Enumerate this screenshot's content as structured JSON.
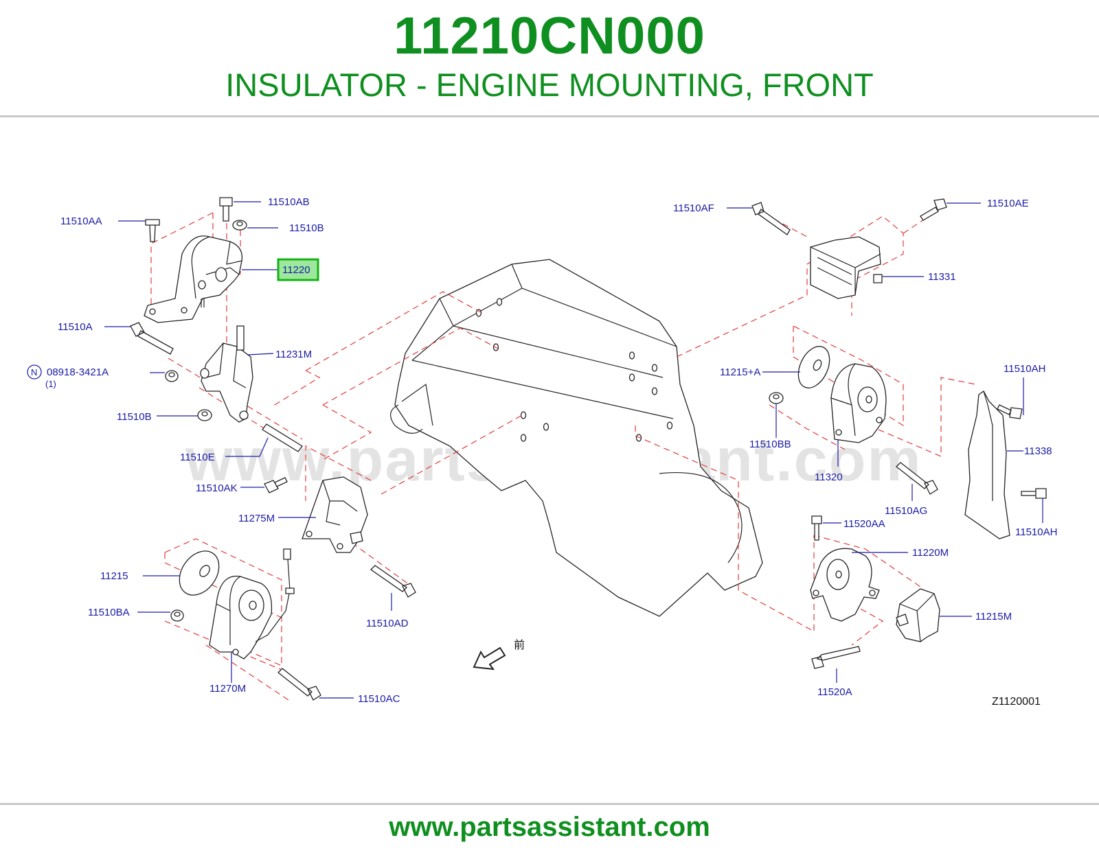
{
  "header": {
    "part_number": "11210CN000",
    "part_name": "INSULATOR - ENGINE MOUNTING, FRONT"
  },
  "diagram": {
    "watermark": "www.partsassistant.com",
    "front_symbol": "前",
    "reference_code": "Z1120001",
    "highlighted_label": "11220",
    "callouts": {
      "c11510AA": "11510AA",
      "c11510AB": "11510AB",
      "c11510B_top": "11510B",
      "c11220": "11220",
      "c11510A": "11510A",
      "c11231M": "11231M",
      "c08918": "08918-3421A",
      "c08918_qty": "(1)",
      "c08918_marker": "N",
      "c11510B_low": "11510B",
      "c11510E": "11510E",
      "c11510AK": "11510AK",
      "c11275M": "11275M",
      "c11215": "11215",
      "c11510BA": "11510BA",
      "c11510AD": "11510AD",
      "c11270M": "11270M",
      "c11510AC": "11510AC",
      "c11510AF": "11510AF",
      "c11510AE": "11510AE",
      "c11331": "11331",
      "c11215A": "11215+A",
      "c11510AH_top": "11510AH",
      "c11510BB": "11510BB",
      "c11338": "11338",
      "c11320": "11320",
      "c11510AG": "11510AG",
      "c11520AA": "11520AA",
      "c11510AH_low": "11510AH",
      "c11220M": "11220M",
      "c11215M": "11215M",
      "c11520A": "11520A"
    }
  },
  "footer": {
    "url": "www.partsassistant.com"
  }
}
